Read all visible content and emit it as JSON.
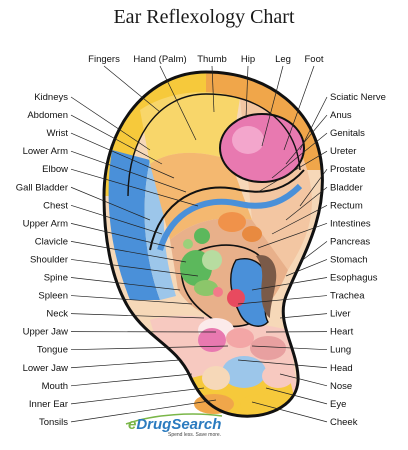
{
  "title": "Ear Reflexology Chart",
  "brand": {
    "prefix": "e",
    "name": "DrugSearch",
    "tagline": "Spend less. Save more."
  },
  "top_labels": [
    {
      "id": "fingers",
      "text": "Fingers"
    },
    {
      "id": "hand-palm",
      "text": "Hand (Palm)"
    },
    {
      "id": "thumb",
      "text": "Thumb"
    },
    {
      "id": "hip",
      "text": "Hip"
    },
    {
      "id": "leg",
      "text": "Leg"
    },
    {
      "id": "foot",
      "text": "Foot"
    }
  ],
  "left_labels": [
    {
      "id": "kidneys",
      "text": "Kidneys"
    },
    {
      "id": "abdomen",
      "text": "Abdomen"
    },
    {
      "id": "wrist",
      "text": "Wrist"
    },
    {
      "id": "lower-arm",
      "text": "Lower Arm"
    },
    {
      "id": "elbow",
      "text": "Elbow"
    },
    {
      "id": "gall-bladder",
      "text": "Gall Bladder"
    },
    {
      "id": "chest",
      "text": "Chest"
    },
    {
      "id": "upper-arm",
      "text": "Upper Arm"
    },
    {
      "id": "clavicle",
      "text": "Clavicle"
    },
    {
      "id": "shoulder",
      "text": "Shoulder"
    },
    {
      "id": "spine",
      "text": "Spine"
    },
    {
      "id": "spleen",
      "text": "Spleen"
    },
    {
      "id": "neck",
      "text": "Neck"
    },
    {
      "id": "upper-jaw",
      "text": "Upper Jaw"
    },
    {
      "id": "tongue",
      "text": "Tongue"
    },
    {
      "id": "lower-jaw",
      "text": "Lower Jaw"
    },
    {
      "id": "mouth",
      "text": "Mouth"
    },
    {
      "id": "inner-ear",
      "text": "Inner Ear"
    },
    {
      "id": "tonsils",
      "text": "Tonsils"
    }
  ],
  "right_labels": [
    {
      "id": "sciatic-nerve",
      "text": "Sciatic Nerve"
    },
    {
      "id": "anus",
      "text": "Anus"
    },
    {
      "id": "genitals",
      "text": "Genitals"
    },
    {
      "id": "ureter",
      "text": "Ureter"
    },
    {
      "id": "prostate",
      "text": "Prostate"
    },
    {
      "id": "bladder",
      "text": "Bladder"
    },
    {
      "id": "rectum",
      "text": "Rectum"
    },
    {
      "id": "intestines",
      "text": "Intestines"
    },
    {
      "id": "pancreas",
      "text": "Pancreas"
    },
    {
      "id": "stomach",
      "text": "Stomach"
    },
    {
      "id": "esophagus",
      "text": "Esophagus"
    },
    {
      "id": "trachea",
      "text": "Trachea"
    },
    {
      "id": "liver",
      "text": "Liver"
    },
    {
      "id": "heart",
      "text": "Heart"
    },
    {
      "id": "lung",
      "text": "Lung"
    },
    {
      "id": "head",
      "text": "Head"
    },
    {
      "id": "nose",
      "text": "Nose"
    },
    {
      "id": "eye",
      "text": "Eye"
    },
    {
      "id": "cheek",
      "text": "Cheek"
    }
  ],
  "colors": {
    "outline": "#111111",
    "helix_yellow": "#f6c93b",
    "helix_orange": "#f0a64a",
    "peach": "#f3c6a2",
    "tan": "#e8b08a",
    "blue": "#4a90d9",
    "light_blue": "#9cc6ea",
    "green": "#5cb85c",
    "light_green": "#b7dca0",
    "pink": "#e879b0",
    "red": "#e84a5f",
    "brown": "#7a5a48"
  }
}
